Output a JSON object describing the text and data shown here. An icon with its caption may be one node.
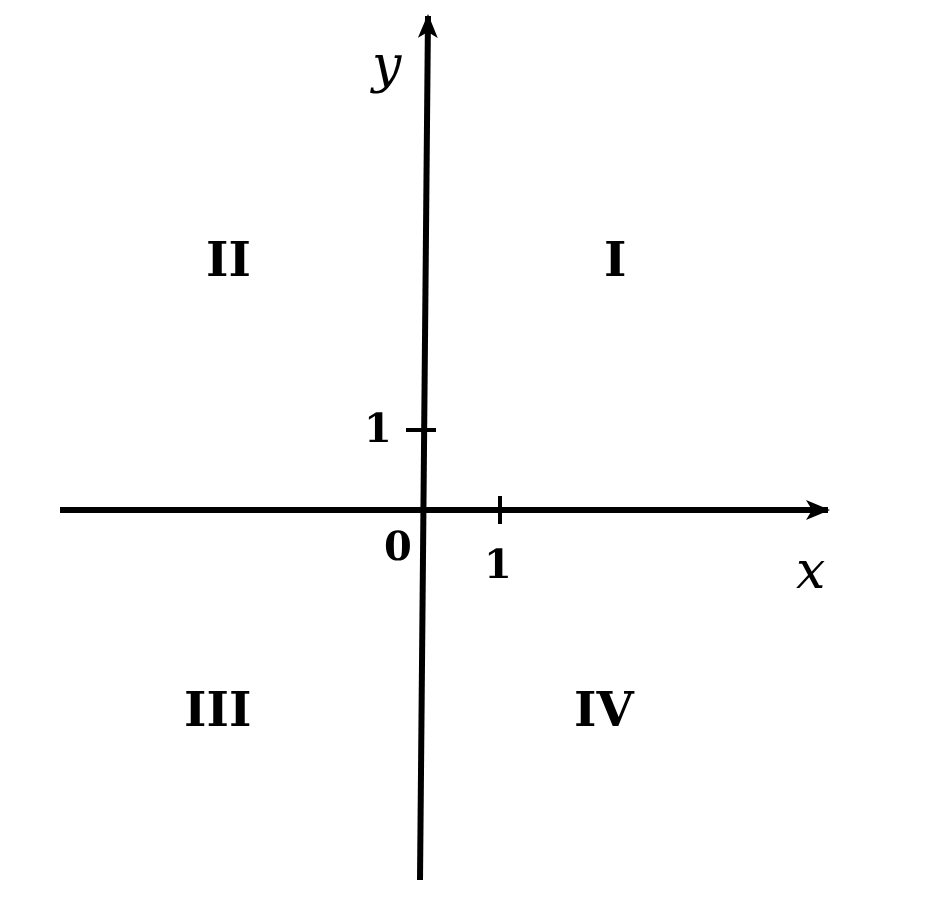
{
  "diagram": {
    "labels": [
      "y",
      "II",
      "I",
      "1",
      "0",
      "1",
      "x",
      "III",
      "IV"
    ]
  }
}
